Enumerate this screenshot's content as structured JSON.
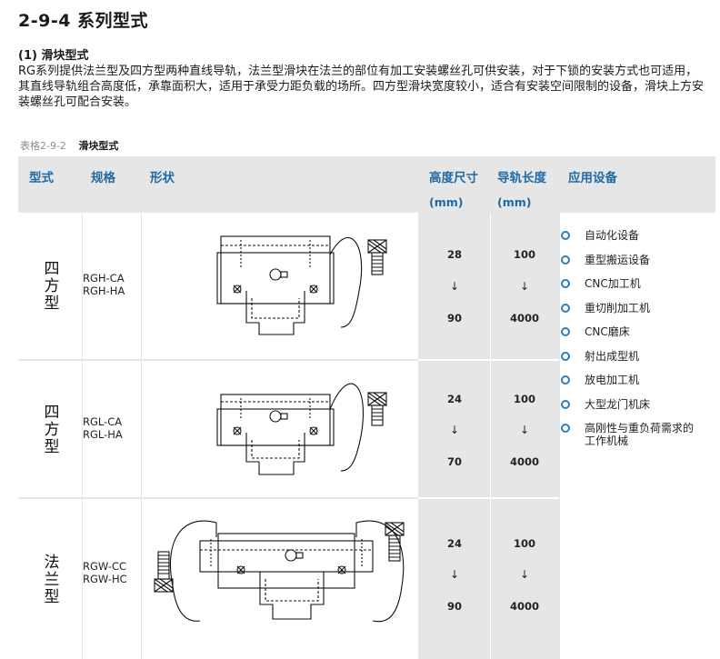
{
  "page_title": "2-9-4 系列型式",
  "section_title": "(1) 滑块型式",
  "intro": "RG系列提供法兰型及四方型两种直线导轨，法兰型滑块在法兰的部位有加工安装螺丝孔可供安装，对于下锁的安装方式也可适用，其直线导轨组合高度低，承靠面积大，适用于承受力距负载的场所。四方型滑块宽度较小，适合有安装空间限制的设备，滑块上方安装螺丝孔可配合安装。",
  "table_caption": {
    "number": "表格2-9-2",
    "name": "滑块型式"
  },
  "headers": {
    "type": "型式",
    "spec": "规格",
    "shape": "形状",
    "height": "高度尺寸",
    "height_unit": "(mm)",
    "rail": "导轨长度",
    "rail_unit": "(mm)",
    "apps": "应用设备"
  },
  "rows": [
    {
      "type": "四方型",
      "spec1": "RGH-CA",
      "spec2": "RGH-HA",
      "height_min": "28",
      "height_max": "90",
      "rail_min": "100",
      "rail_max": "4000",
      "arrow": "↓"
    },
    {
      "type": "四方型",
      "spec1": "RGL-CA",
      "spec2": "RGL-HA",
      "height_min": "24",
      "height_max": "70",
      "rail_min": "100",
      "rail_max": "4000",
      "arrow": "↓"
    },
    {
      "type": "法兰型",
      "spec1": "RGW-CC",
      "spec2": "RGW-HC",
      "height_min": "24",
      "height_max": "90",
      "rail_min": "100",
      "rail_max": "4000",
      "arrow": "↓"
    }
  ],
  "applications": [
    "自动化设备",
    "重型搬运设备",
    "CNC加工机",
    "重切削加工机",
    "CNC磨床",
    "射出成型机",
    "放电加工机",
    "大型龙门机床",
    "高刚性与重负荷需求的工作机械"
  ],
  "colors": {
    "header_text": "#1f6aa5",
    "bullet": "#2a7fc1",
    "table_bg": "#e6e6e6"
  }
}
